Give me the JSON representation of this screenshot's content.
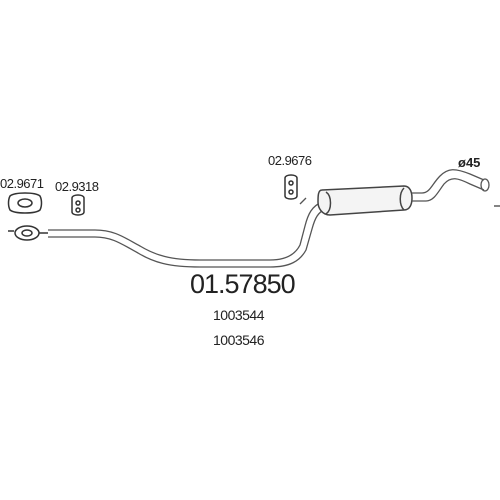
{
  "diagram": {
    "main_part_number": "01.57850",
    "oem_numbers": [
      "1003544",
      "1003546"
    ],
    "pipe_diameter": "ø45",
    "accessories": [
      {
        "code": "02.9671",
        "type": "gasket"
      },
      {
        "code": "02.9318",
        "type": "rubber-hanger"
      },
      {
        "code": "02.9676",
        "type": "rubber-hanger"
      }
    ]
  }
}
